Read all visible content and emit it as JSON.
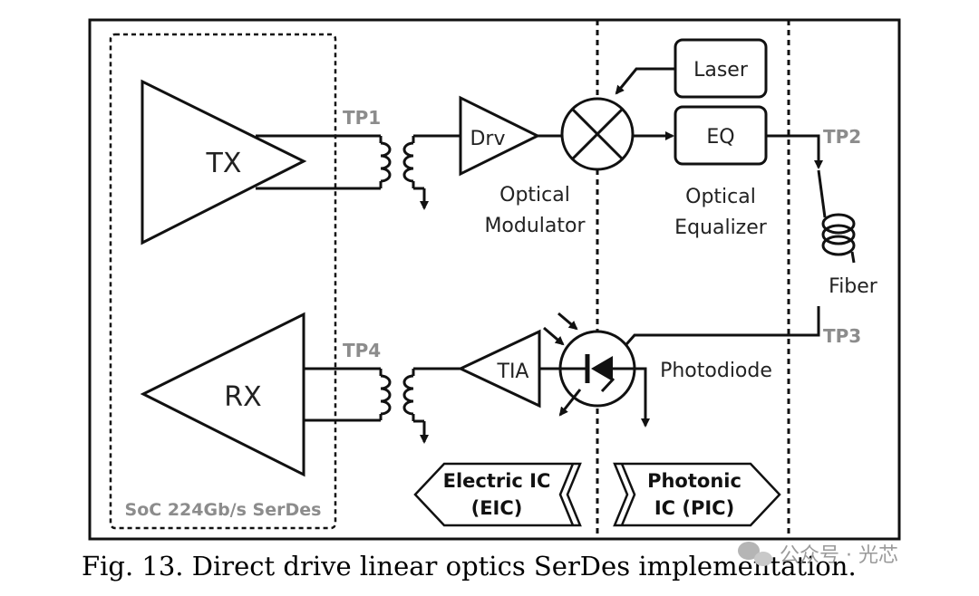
{
  "blocks": {
    "tx": "TX",
    "rx": "RX",
    "drv": "Drv",
    "tia": "TIA",
    "laser": "Laser",
    "eq": "EQ"
  },
  "labels": {
    "optical_modulator_1": "Optical",
    "optical_modulator_2": "Modulator",
    "optical_equalizer_1": "Optical",
    "optical_equalizer_2": "Equalizer",
    "fiber": "Fiber",
    "photodiode": "Photodiode",
    "soc": "SoC 224Gb/s SerDes"
  },
  "test_points": {
    "tp1": "TP1",
    "tp2": "TP2",
    "tp3": "TP3",
    "tp4": "TP4"
  },
  "regions": {
    "eic_line1": "Electric IC",
    "eic_line2": "(EIC)",
    "pic_line1": "Photonic",
    "pic_line2": "IC (PIC)"
  },
  "caption": "Fig. 13. Direct drive linear optics SerDes implementation.",
  "watermark": "公众号 · 光芯"
}
